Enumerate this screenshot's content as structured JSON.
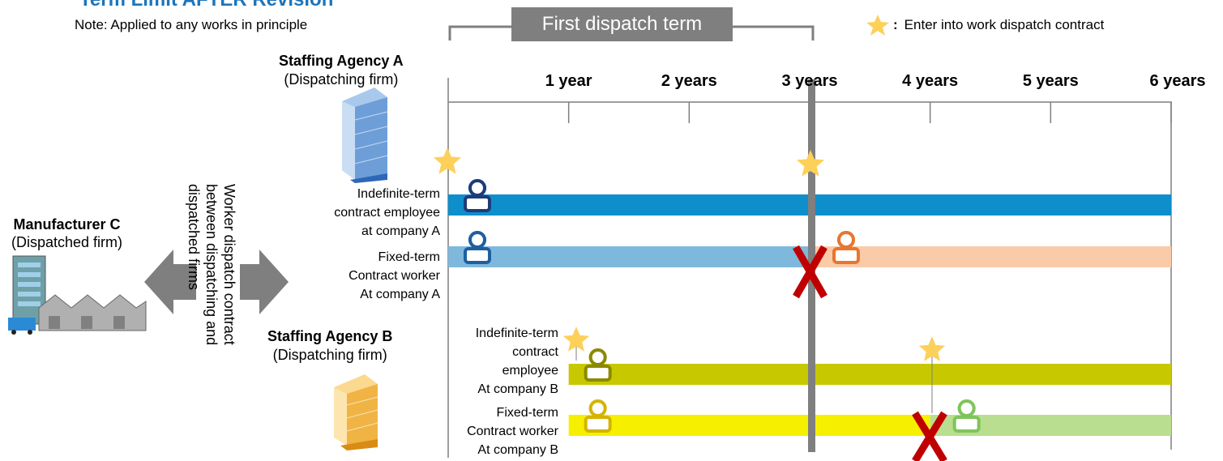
{
  "title": "Term Limit AFTER Revision",
  "note": "Note:  Applied to any works in principle",
  "term_label": "First dispatch term",
  "legend": {
    "icon": "star-icon",
    "colon": ":",
    "text": "Enter into work dispatch contract"
  },
  "agency_a": {
    "name": "Staffing Agency A",
    "sub": "(Dispatching firm)"
  },
  "agency_b": {
    "name": "Staffing Agency B",
    "sub": "(Dispatching firm)"
  },
  "manufacturer": {
    "name": "Manufacturer C",
    "sub": "(Dispatched firm)"
  },
  "contract_text": "Worker dispatch contract\nbetween dispatching and\ndispatched firms",
  "timeline": {
    "ticks": [
      "1 year",
      "2 years",
      "3 years",
      "4 years",
      "5 years",
      "6 years"
    ]
  },
  "rows": [
    {
      "label_lines": [
        "Indefinite-term",
        "contract employee",
        "at company A"
      ],
      "start": 0,
      "end": 6,
      "color": "#0e8fcb",
      "icon_color": "#1f3b7a"
    },
    {
      "label_lines": [
        "Fixed-term",
        "Contract worker",
        "At company A"
      ],
      "start": 0,
      "end": 3,
      "color": "#7fb8dd",
      "icon_color": "#1f5fa0",
      "after": {
        "start": 3,
        "end": 6,
        "color": "#f9cba8",
        "icon_color": "#e8762f"
      }
    },
    {
      "label_lines": [
        "Indefinite-term",
        "contract",
        "employee",
        "At company B"
      ],
      "start": 1,
      "end": 6,
      "color": "#c8c800",
      "icon_color": "#8a8a00"
    },
    {
      "label_lines": [
        "Fixed-term",
        "Contract worker",
        "At company B"
      ],
      "start": 1,
      "end": 4,
      "color": "#f7ef00",
      "icon_color": "#d4b400",
      "after": {
        "start": 4,
        "end": 6,
        "color": "#b9de8f",
        "icon_color": "#7fc45a"
      }
    }
  ],
  "colors": {
    "title": "#1b75bc",
    "star": "#fdd05a",
    "cross": "#c00000",
    "divider": "#7f7f7f",
    "arrow": "#7f7f7f"
  }
}
